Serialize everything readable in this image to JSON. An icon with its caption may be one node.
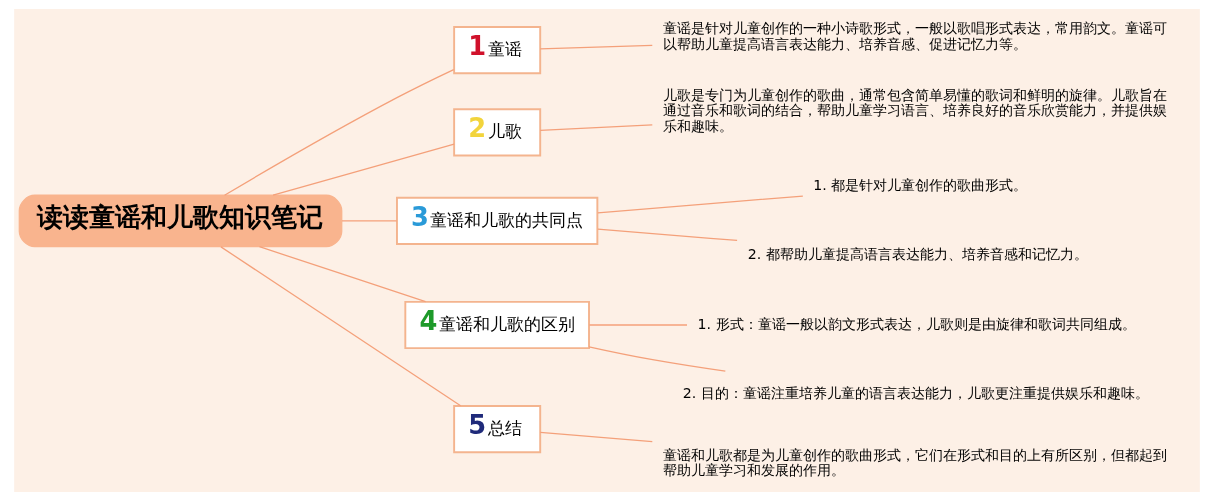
{
  "diagram": {
    "nodes": [
      {
        "text": [
          "读读童谣和儿歌知识笔记"
        ]
      },
      {
        "text": [
          "1",
          "童谣"
        ]
      },
      {
        "text": [
          "童谣是针对儿童创作的一种小诗歌形式，一般以歌唱形式表达，常用韵文。童谣可以帮助儿童提高语言表达能力、培养音感、促进记忆力等。"
        ]
      },
      {
        "text": [
          "2",
          "儿歌"
        ]
      },
      {
        "text": [
          "儿歌是专门为儿童创作的歌曲，通常包含简单易懂的歌词和鲜明的旋律。儿歌旨在通过音乐和歌词的结合，帮助儿童学习语言、培养良好的音乐欣赏能力，并提供娱乐和趣味。"
        ]
      },
      {
        "text": [
          "3",
          "童谣和儿歌的共同点"
        ]
      },
      {
        "text": [
          "1. 都是针对儿童创作的歌曲形式。"
        ]
      },
      {
        "text": [
          "2. 都帮助儿童提高语言表达能力、培养音感和记忆力。"
        ]
      },
      {
        "text": [
          "4",
          "童谣和儿歌的区别"
        ]
      },
      {
        "text": [
          "1. 形式：童谣一般以韵文形式表达，儿歌则是由旋律和歌词共同组成。"
        ]
      },
      {
        "text": [
          "2. 目的：童谣注重培养儿童的语言表达能力，儿歌更注重提供娱乐和趣味。"
        ]
      },
      {
        "text": [
          "5",
          "总结"
        ]
      },
      {
        "text": [
          "童谣和儿歌都是为儿童创作的歌曲形式，它们在形式和目的上有所区别，但都起到帮助儿童学习和发展的作用。"
        ]
      }
    ],
    "edges": [
      {
        "from": 0,
        "to": 1,
        "arrow": "none"
      },
      {
        "from": 1,
        "to": 2,
        "arrow": "none"
      },
      {
        "from": 0,
        "to": 3,
        "arrow": "none"
      },
      {
        "from": 3,
        "to": 4,
        "arrow": "none"
      },
      {
        "from": 0,
        "to": 5,
        "arrow": "none"
      },
      {
        "from": 5,
        "to": 6,
        "arrow": "none"
      },
      {
        "from": 5,
        "to": 7,
        "arrow": "none"
      },
      {
        "from": 0,
        "to": 8,
        "arrow": "none"
      },
      {
        "from": 8,
        "to": 9,
        "arrow": "none"
      },
      {
        "from": 8,
        "to": 10,
        "arrow": "none"
      },
      {
        "from": 0,
        "to": 11,
        "arrow": "none"
      },
      {
        "from": 11,
        "to": 12,
        "arrow": "none"
      }
    ]
  }
}
